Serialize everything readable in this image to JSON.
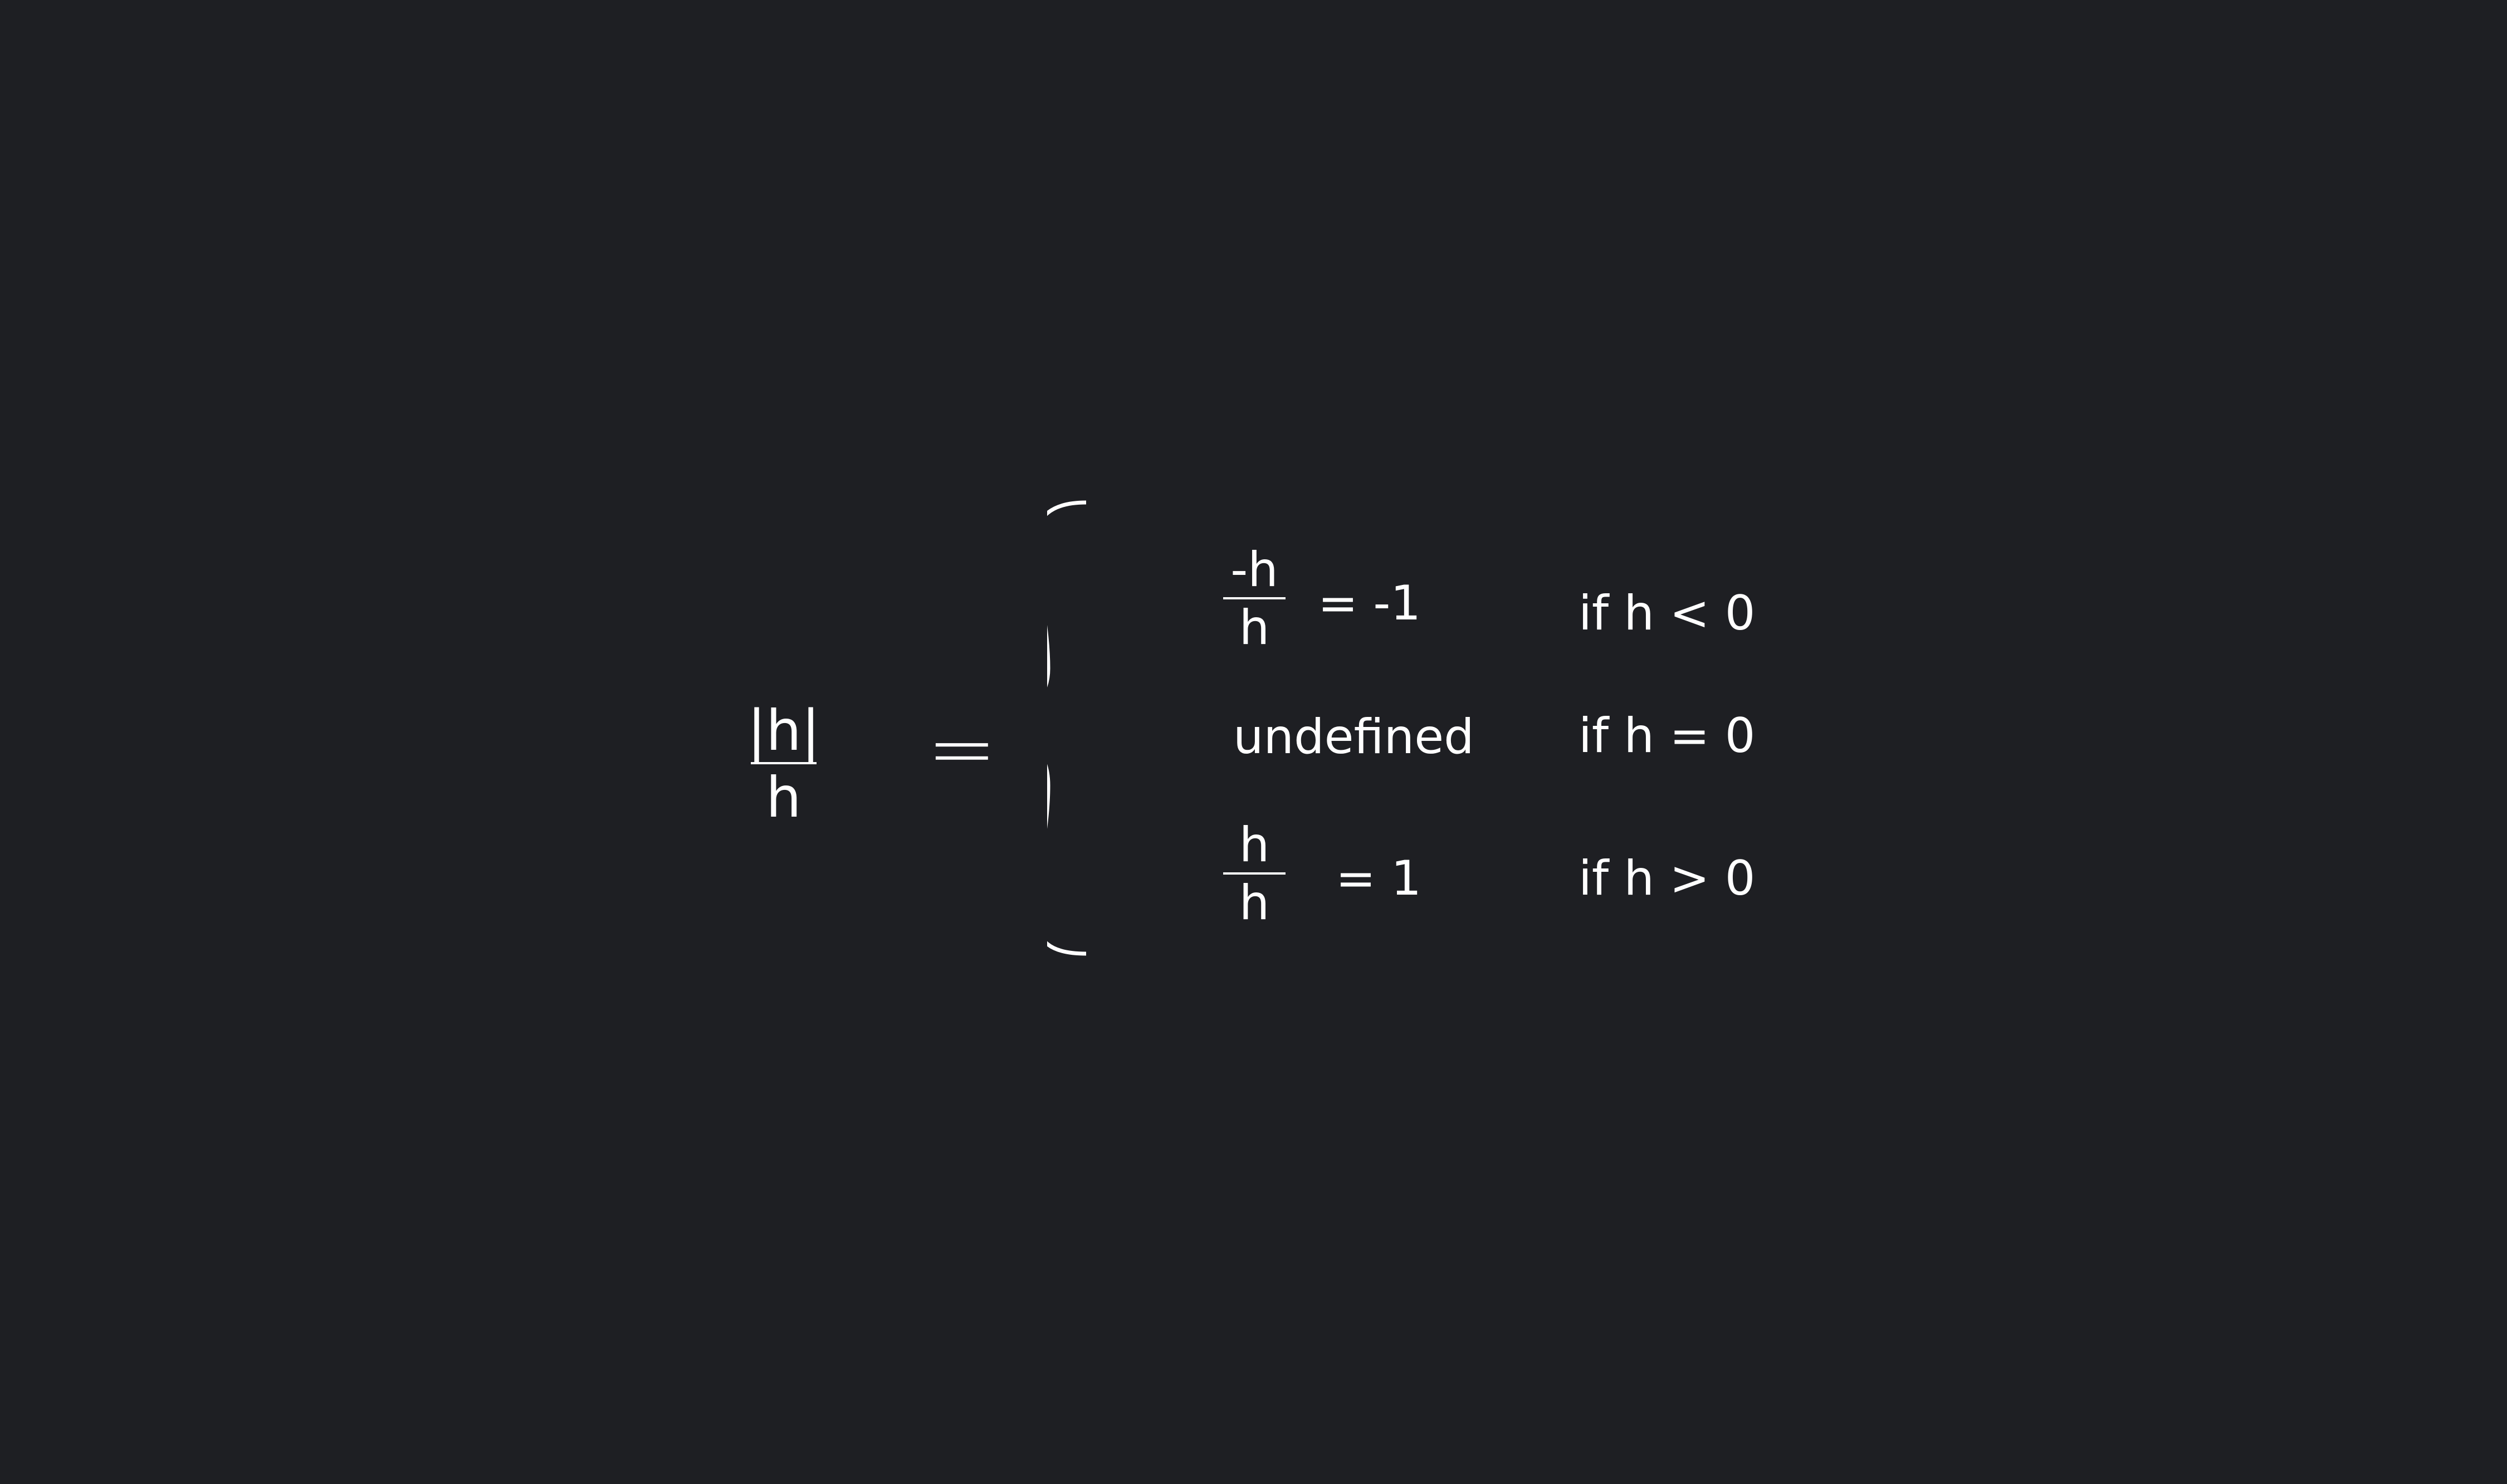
{
  "colors": {
    "background": "#1e1f23",
    "foreground": "#ffffff"
  },
  "lhs": {
    "numerator": "|h|",
    "denominator": "h",
    "equals": "="
  },
  "brace_icon": "left-curly-brace",
  "cases": [
    {
      "expression": {
        "numerator": "-h",
        "denominator": "h"
      },
      "result": "= -1",
      "condition": "if  h < 0"
    },
    {
      "expression": {
        "text": "undefined"
      },
      "condition": "if  h = 0"
    },
    {
      "expression": {
        "numerator": "h",
        "denominator": "h"
      },
      "result": "= 1",
      "condition": "if  h > 0"
    }
  ]
}
